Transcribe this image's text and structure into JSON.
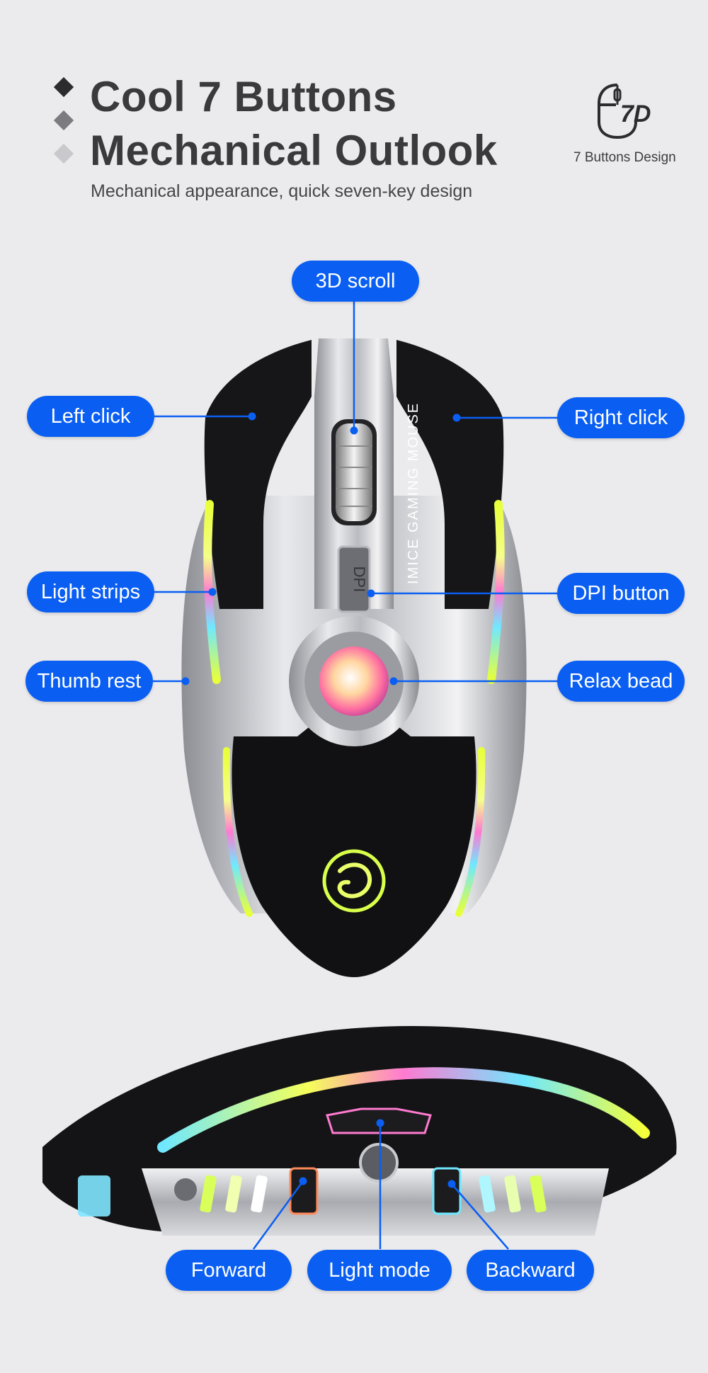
{
  "header": {
    "title_line1": "Cool 7 Buttons",
    "title_line2": "Mechanical Outlook",
    "subtitle": "Mechanical appearance, quick seven-key design"
  },
  "badge": {
    "icon": "mouse-7d-icon",
    "icon_text": "7D",
    "caption": "7 Buttons Design"
  },
  "mouse_top": {
    "side_text": "IMICE GAMING MOUSE",
    "dpi_text": "DPI"
  },
  "callouts": {
    "scroll": "3D scroll",
    "left_click": "Left click",
    "right_click": "Right click",
    "light_strips": "Light strips",
    "dpi_button": "DPI button",
    "thumb_rest": "Thumb rest",
    "relax_bead": "Relax bead",
    "forward": "Forward",
    "light_mode": "Light mode",
    "backward": "Backward"
  },
  "colors": {
    "background": "#ebebee",
    "callout_blue": "#0a5ff2",
    "title_gray": "#3a3a3c"
  }
}
